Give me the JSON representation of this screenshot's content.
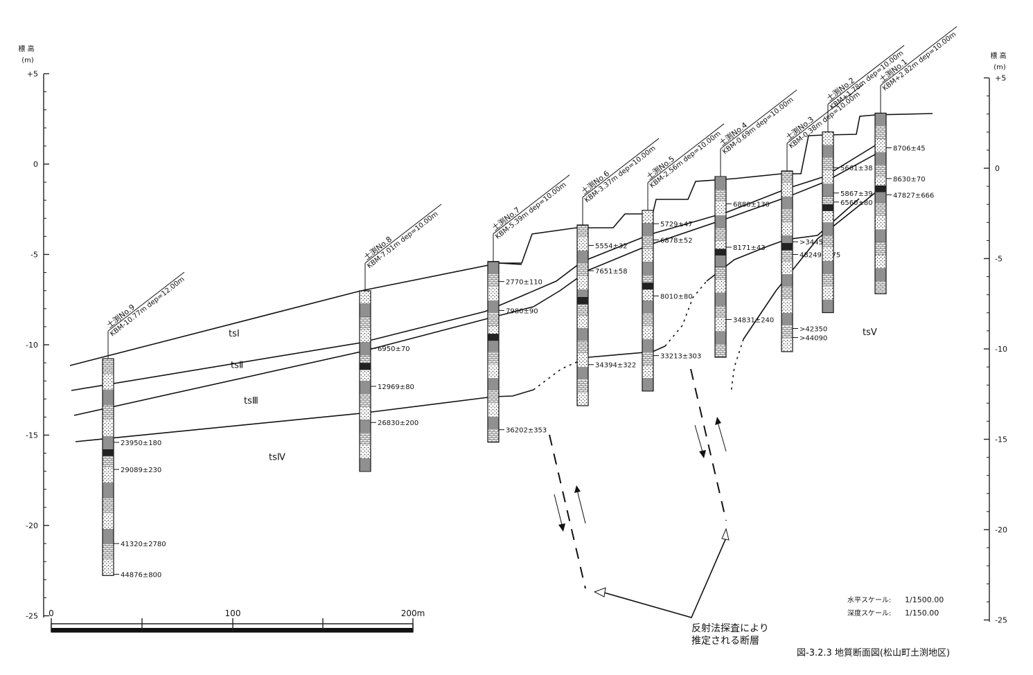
{
  "left_axis": {
    "label_top": "標 高",
    "label_unit": "(m)",
    "ticks": [
      "+5",
      "0",
      "-5",
      "-10",
      "-15",
      "-20",
      "-25"
    ]
  },
  "right_axis": {
    "label_top": "標 高",
    "label_unit": "(m)",
    "ticks": [
      "+5",
      "0",
      "-5",
      "-10",
      "-15",
      "-20",
      "-25"
    ]
  },
  "scale_bar": {
    "labels": [
      "0",
      "100",
      "200m"
    ]
  },
  "scale_text": {
    "h_label": "水平スケール:",
    "h_value": "1/1500.00",
    "v_label": "深度スケール:",
    "v_value": "1/150.00"
  },
  "fault_note": {
    "line1": "反射法探査により",
    "line2": "推定される断層"
  },
  "caption": "図-3.2.3 地質断面図(松山町土渕地区)",
  "units": [
    {
      "name": "tsⅠ",
      "depth": -10.0
    },
    {
      "name": "tsⅡ",
      "depth": -11.4
    },
    {
      "name": "tsⅢ",
      "depth": -13.1
    },
    {
      "name": "tsⅣ",
      "depth": -16.0
    },
    {
      "name": "tsⅤ",
      "depth": -9.2
    }
  ],
  "boreholes": [
    {
      "name": "土渕No.9",
      "info": "KBM-10.77m dep=12.00m",
      "top": -10.77,
      "bottom": -22.77,
      "dates": [
        {
          "label": "23950±180",
          "depth": -15.4
        },
        {
          "label": "29089±230",
          "depth": -16.9
        },
        {
          "label": "41320±2780",
          "depth": -21.0
        },
        {
          "label": "44876±800",
          "depth": -22.7
        }
      ]
    },
    {
      "name": "土渕No.8",
      "info": "KBM-7.01m dep=10.00m",
      "top": -7.01,
      "bottom": -17.01,
      "dates": [
        {
          "label": "6950±70",
          "depth": -10.2
        },
        {
          "label": "12969±80",
          "depth": -12.3
        },
        {
          "label": "26830±200",
          "depth": -14.3
        }
      ]
    },
    {
      "name": "土渕No.7",
      "info": "KBM-5.39m dep=10.00m",
      "top": -5.39,
      "bottom": -15.39,
      "dates": [
        {
          "label": "2770±110",
          "depth": -6.5
        },
        {
          "label": "7980±90",
          "depth": -8.1
        },
        {
          "label": "36202±353",
          "depth": -14.7
        }
      ]
    },
    {
      "name": "土渕No.6",
      "info": "KBM-3.37m dep=10.00m",
      "top": -3.37,
      "bottom": -13.37,
      "dates": [
        {
          "label": "5554±32",
          "depth": -4.5
        },
        {
          "label": "7651±58",
          "depth": -5.9
        },
        {
          "label": "34394±322",
          "depth": -11.1
        }
      ]
    },
    {
      "name": "土渕No.5",
      "info": "KBM-2.56m dep=10.00m",
      "top": -2.56,
      "bottom": -12.56,
      "dates": [
        {
          "label": "5729±47",
          "depth": -3.3
        },
        {
          "label": "6878±52",
          "depth": -4.2
        },
        {
          "label": "8010±80",
          "depth": -7.3
        },
        {
          "label": "33213±303",
          "depth": -10.6
        }
      ]
    },
    {
      "name": "土渕No.4",
      "info": "KBM-0.69m dep=10.00m",
      "top": -0.69,
      "bottom": -10.69,
      "dates": [
        {
          "label": "6880±130",
          "depth": -2.2
        },
        {
          "label": "8171±43",
          "depth": -4.6
        },
        {
          "label": "34831±240",
          "depth": -8.6
        }
      ]
    },
    {
      "name": "土渕No.3",
      "info": "KBM-0.38m dep=10.00m",
      "top": -0.38,
      "bottom": -10.38,
      "dates": [
        {
          "label": ">34450",
          "depth": -4.3
        },
        {
          "label": "48249±675",
          "depth": -5.0
        },
        {
          "label": ">42350",
          "depth": -9.1
        },
        {
          "label": ">44090",
          "depth": -9.6
        }
      ]
    },
    {
      "name": "土渕No.2",
      "info": "KBM+1.78m dep=10.00m",
      "top": 1.78,
      "bottom": -8.22,
      "dates": [
        {
          "label": "5661±38",
          "depth": -0.2
        },
        {
          "label": "5867±39",
          "depth": -1.6
        },
        {
          "label": "6560±80",
          "depth": -2.1
        }
      ]
    },
    {
      "name": "土渕No.1",
      "info": "KBM+2.82m dep=10.00m",
      "top": 2.82,
      "bottom": -7.18,
      "dates": [
        {
          "label": "8706±45",
          "depth": 0.9
        },
        {
          "label": "8630±70",
          "depth": -0.8
        },
        {
          "label": "47827±666",
          "depth": -1.7
        }
      ]
    }
  ]
}
